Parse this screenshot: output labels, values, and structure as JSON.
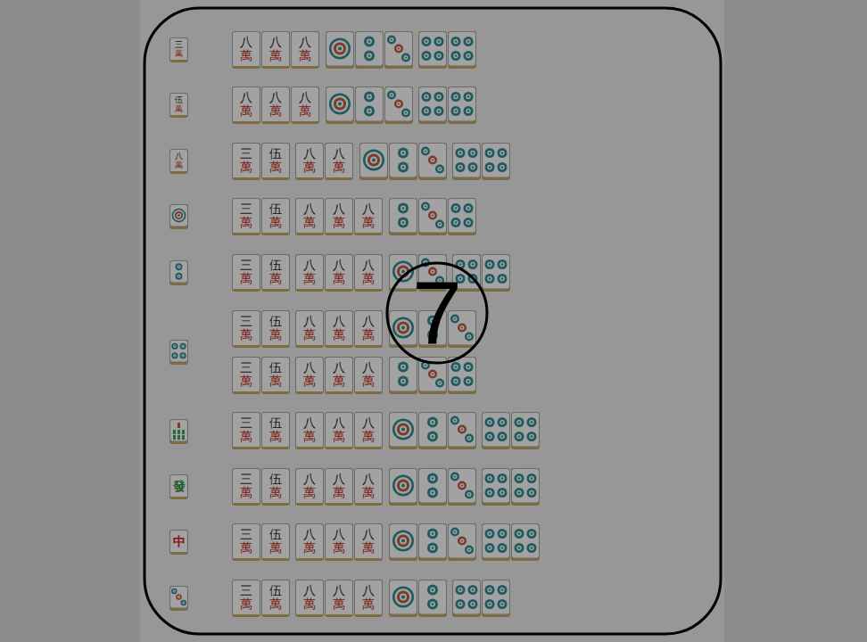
{
  "diagram": {
    "nodes": [
      {
        "text": [
          "三",
          "萬"
        ]
      },
      {
        "text": [
          "八",
          "萬"
        ]
      },
      {
        "text": [
          "八",
          "萬"
        ]
      },
      {
        "text": [
          "八",
          "萬"
        ]
      },
      {
        "text": [
          "伍",
          "萬"
        ]
      },
      {
        "text": [
          "八",
          "萬"
        ]
      },
      {
        "text": [
          "八",
          "萬"
        ]
      },
      {
        "text": [
          "八",
          "萬"
        ]
      },
      {
        "text": [
          "八",
          "萬"
        ]
      },
      {
        "text": [
          "三",
          "萬"
        ]
      },
      {
        "text": [
          "伍",
          "萬"
        ]
      },
      {
        "text": [
          "八",
          "萬"
        ]
      },
      {
        "text": [
          "八",
          "萬"
        ]
      },
      {
        "text": [
          "三",
          "萬"
        ]
      },
      {
        "text": [
          "伍",
          "萬"
        ]
      },
      {
        "text": [
          "八",
          "萬"
        ]
      },
      {
        "text": [
          "八",
          "萬"
        ]
      },
      {
        "text": [
          "八",
          "萬"
        ]
      },
      {
        "text": [
          "三",
          "萬"
        ]
      },
      {
        "text": [
          "伍",
          "萬"
        ]
      },
      {
        "text": [
          "八",
          "萬"
        ]
      },
      {
        "text": [
          "八",
          "萬"
        ]
      },
      {
        "text": [
          "八",
          "萬"
        ]
      },
      {
        "text": [
          "三",
          "萬"
        ]
      },
      {
        "text": [
          "伍",
          "萬"
        ]
      },
      {
        "text": [
          "八",
          "萬"
        ]
      },
      {
        "text": [
          "八",
          "萬"
        ]
      },
      {
        "text": [
          "八",
          "萬"
        ]
      },
      {
        "text": [
          "三",
          "萬"
        ]
      },
      {
        "text": [
          "伍",
          "萬"
        ]
      },
      {
        "text": [
          "八",
          "萬"
        ]
      },
      {
        "text": [
          "八",
          "萬"
        ]
      },
      {
        "text": [
          "八",
          "萬"
        ]
      },
      {
        "text": [
          "三",
          "萬"
        ]
      },
      {
        "text": [
          "伍",
          "萬"
        ]
      },
      {
        "text": [
          "八",
          "萬"
        ]
      },
      {
        "text": [
          "八",
          "萬"
        ]
      },
      {
        "text": [
          "八",
          "萬"
        ]
      },
      {
        "text": [
          "發"
        ]
      },
      {
        "text": [
          "三",
          "萬"
        ]
      },
      {
        "text": [
          "伍",
          "萬"
        ]
      },
      {
        "text": [
          "八",
          "萬"
        ]
      },
      {
        "text": [
          "八",
          "萬"
        ]
      },
      {
        "text": [
          "八",
          "萬"
        ]
      },
      {
        "text": [
          "中"
        ]
      },
      {
        "text": [
          "三",
          "萬"
        ]
      },
      {
        "text": [
          "伍",
          "萬"
        ]
      },
      {
        "text": [
          "八",
          "萬"
        ]
      },
      {
        "text": [
          "八",
          "萬"
        ]
      },
      {
        "text": [
          "八",
          "萬"
        ]
      },
      {
        "text": [
          "三",
          "萬"
        ]
      },
      {
        "text": [
          "伍",
          "萬"
        ]
      },
      {
        "text": [
          "八",
          "萬"
        ]
      },
      {
        "text": [
          "八",
          "萬"
        ]
      },
      {
        "text": [
          "八",
          "萬"
        ]
      },
      {
        "text": [
          "7"
        ]
      }
    ]
  }
}
